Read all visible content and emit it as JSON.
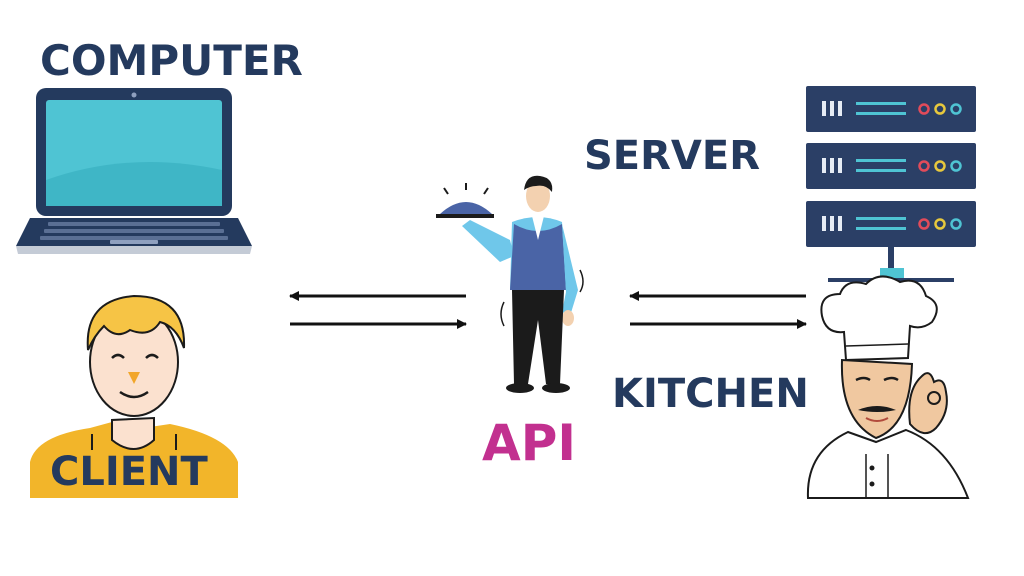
{
  "labels": {
    "computer": "COMPUTER",
    "server": "SERVER",
    "kitchen": "KITCHEN",
    "client": "CLIENT",
    "api": "API"
  },
  "colors": {
    "navy": "#243a5e",
    "api_magenta": "#c2308f",
    "screen_teal": "#4fc4d3",
    "server_panel": "#2b3f66",
    "hair_yellow": "#f6c445",
    "shirt_yellow": "#f2b52a",
    "vest_blue": "#4a64a6",
    "shirt_cyan": "#6fc7ea"
  },
  "icons": {
    "computer": "laptop-icon",
    "server": "server-rack-icon",
    "client": "client-person-illustration",
    "api": "waiter-illustration",
    "kitchen": "chef-illustration"
  }
}
